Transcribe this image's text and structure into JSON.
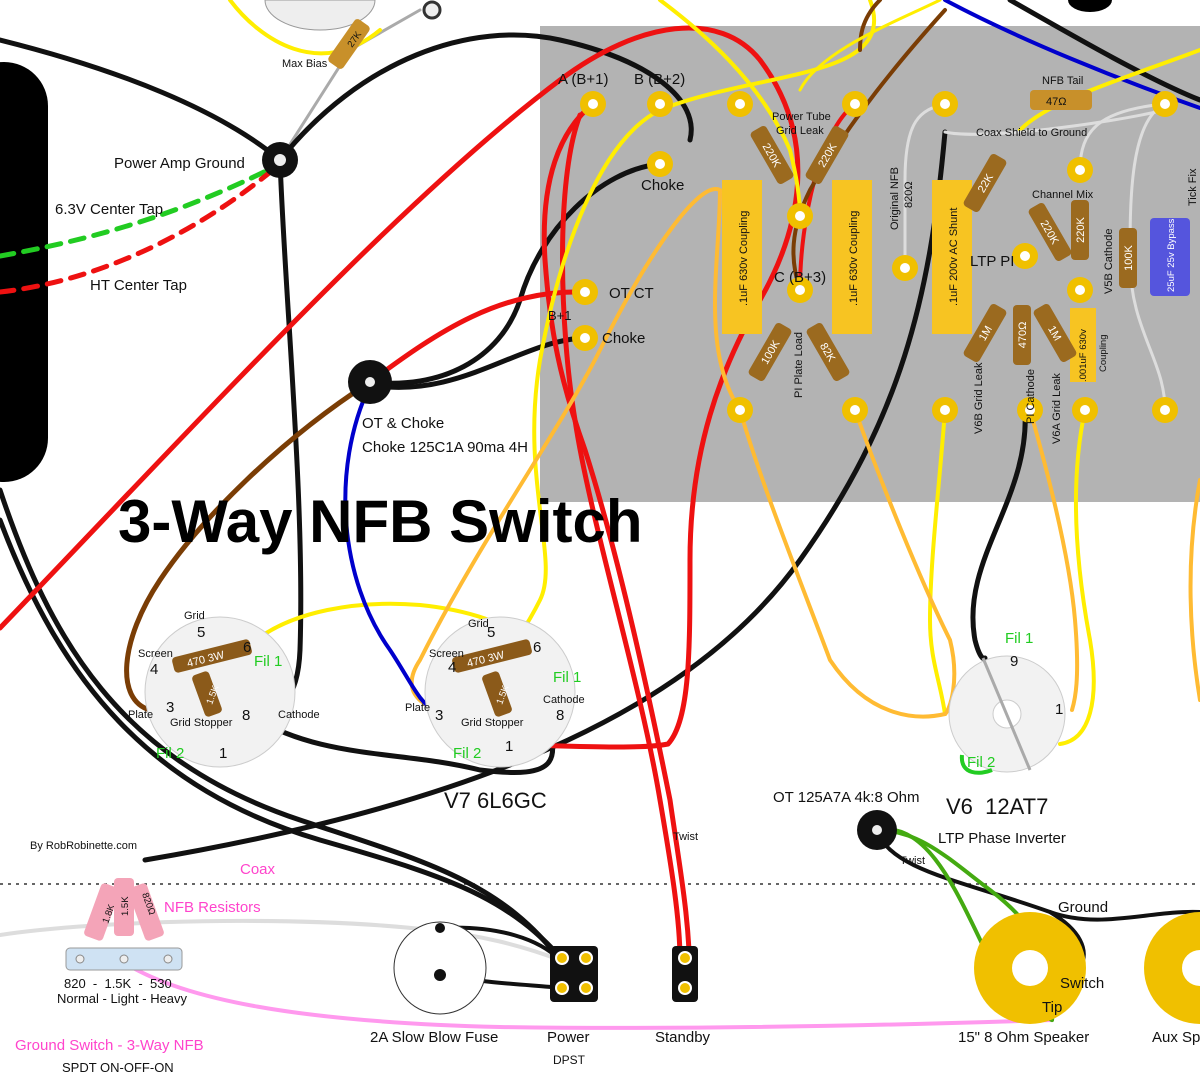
{
  "title": "3-Way NFB Switch",
  "credit": "By RobRobinette.com",
  "colors": {
    "board": "#b3b3b3",
    "eyelet": "#f0c000",
    "cap_body": "#f7c422",
    "red_wire": "#ee1111",
    "black_wire": "#111111",
    "yellow_wire": "#ffee00",
    "orange_wire": "#ffbb33",
    "brown_wire": "#7a3d05",
    "blue_wire": "#0000cc",
    "green_text": "#22cc22",
    "pink_text": "#ff44cc"
  },
  "left": {
    "max_bias": "Max Bias",
    "max_bias_res": "27K",
    "power_amp_ground": "Power Amp Ground",
    "center_tap_63": "6.3V Center Tap",
    "ht_center_tap": "HT Center Tap",
    "ot_choke": "OT & Choke",
    "choke_spec": "Choke 125C1A 90ma 4H"
  },
  "board": {
    "a_b1": "A (B+1)",
    "b_b2": "B (B+2)",
    "choke_top": "Choke",
    "ot_ct": "OT CT",
    "b_plus_1": "B+1",
    "choke_bottom": "Choke",
    "c_b3": "C (B+3)",
    "power_tube_grid_leak": "Power Tube Grid Leak",
    "r_220k_a": "220K",
    "r_220k_b": "220K",
    "cap_coupling_1": ".1uF 630v Coupling",
    "cap_coupling_2": ".1uF 630v Coupling",
    "r_100k": "100K",
    "r_82k": "82K",
    "pi_plate_load": "PI Plate Load",
    "original_nfb": "Original NFB",
    "original_nfb_res": "820Ω",
    "nfb_tail": "NFB Tail",
    "nfb_tail_res": "47Ω",
    "coax_shield": "Coax Shield to Ground",
    "r_22k": "22K",
    "cap_ac_shunt": ".1uF 200v AC Shunt",
    "ltp_pi": "LTP PI",
    "channel_mix": "Channel Mix",
    "r_220k_c": "220K",
    "r_220k_d": "220K",
    "r_100k_v5b": "100K",
    "v5b_cathode": "V5B Cathode",
    "bypass_cap": "25uF 25v Bypass",
    "tick_fix": "Tick Fix",
    "r_1m_a": "1M",
    "r_470": "470Ω",
    "r_1m_b": "1M",
    "cap_001": ".001uF 630v",
    "cap_001_b": "Coupling",
    "v6b_grid_leak": "V6B Grid Leak",
    "pi_cathode": "PI Cathode",
    "v6a_grid_leak": "V6A Grid Leak"
  },
  "tube_v7": {
    "label": "V7 6L6GC",
    "grid": "Grid",
    "screen": "Screen",
    "plate": "Plate",
    "cathode": "Cathode",
    "grid_stopper": "Grid Stopper",
    "fil1": "Fil 1",
    "fil2": "Fil 2",
    "res_470": "470 3W",
    "res_15k": "1.5K",
    "pins": [
      "1",
      "3",
      "4",
      "5",
      "6",
      "8"
    ]
  },
  "tube_v8": {
    "grid": "Grid",
    "screen": "Screen",
    "plate": "Plate",
    "cathode": "Cathode",
    "grid_stopper": "Grid Stopper",
    "fil1": "Fil 1",
    "fil2": "Fil 2",
    "res_470": "470 3W",
    "res_15k": "1.5K",
    "pins": [
      "1",
      "3",
      "4",
      "5",
      "6",
      "8"
    ]
  },
  "tube_v6": {
    "label": "V6  12AT7",
    "sub": "LTP Phase Inverter",
    "fil1": "Fil 1",
    "fil2": "Fil 2",
    "pin9": "9",
    "pin1": "1"
  },
  "bottom": {
    "coax": "Coax",
    "nfb_resistors": "NFB Resistors",
    "r_18k": "1.8K",
    "r_15k": "1.5K",
    "r_820": "820Ω",
    "sw_values": "820  -  1.5K  -  530",
    "sw_modes": "Normal - Light - Heavy",
    "ground_switch": "Ground Switch - 3-Way NFB",
    "spdt": "SPDT ON-OFF-ON",
    "fuse": "2A Slow Blow Fuse",
    "power": "Power",
    "dpst": "DPST",
    "standby": "Standby",
    "twist_mid": "Twist",
    "ot_spec": "OT 125A7A 4k:8 Ohm",
    "twist_ot": "Twist",
    "ground": "Ground",
    "switch": "Switch",
    "tip": "Tip",
    "speaker": "15\" 8 Ohm Speaker",
    "aux": "Aux Sp"
  }
}
